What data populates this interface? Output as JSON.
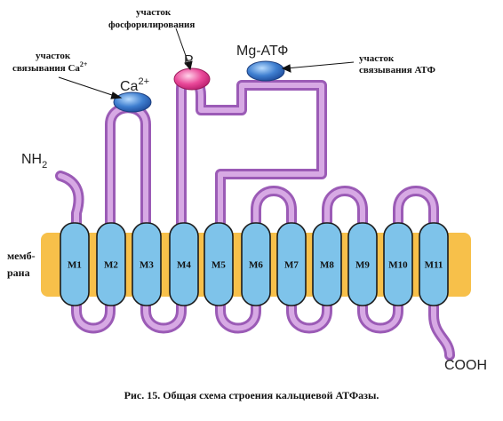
{
  "labels": {
    "ca_site": {
      "line1": "участок",
      "line2": "связывания Ca",
      "sup": "2+"
    },
    "phos_site": {
      "line1": "участок",
      "line2": "фосфорилирования"
    },
    "atp_site": {
      "line1": "участок",
      "line2": "связывания АТФ"
    },
    "ca_ion": {
      "base": "Ca",
      "sup": "2+"
    },
    "phosphate": "P",
    "mg_atp": "Mg-АТФ",
    "n_terminus": {
      "base": "NH",
      "sub": "2"
    },
    "c_terminus": "COOH",
    "membrane": {
      "line1": "мемб-",
      "line2": "рана"
    }
  },
  "segments": [
    "M1",
    "M2",
    "M3",
    "M4",
    "M5",
    "M6",
    "M7",
    "M8",
    "M9",
    "M10",
    "M11"
  ],
  "caption": "Рис. 15. Общая схема строения кальциевой АТФазы.",
  "colors": {
    "membrane": "#f7c04a",
    "segment": "#7ec3ea",
    "chain": "#c58ed6",
    "ca_site": "#2b63b8",
    "phos_site": "#e0308a",
    "atp_site": "#2b63b8"
  }
}
